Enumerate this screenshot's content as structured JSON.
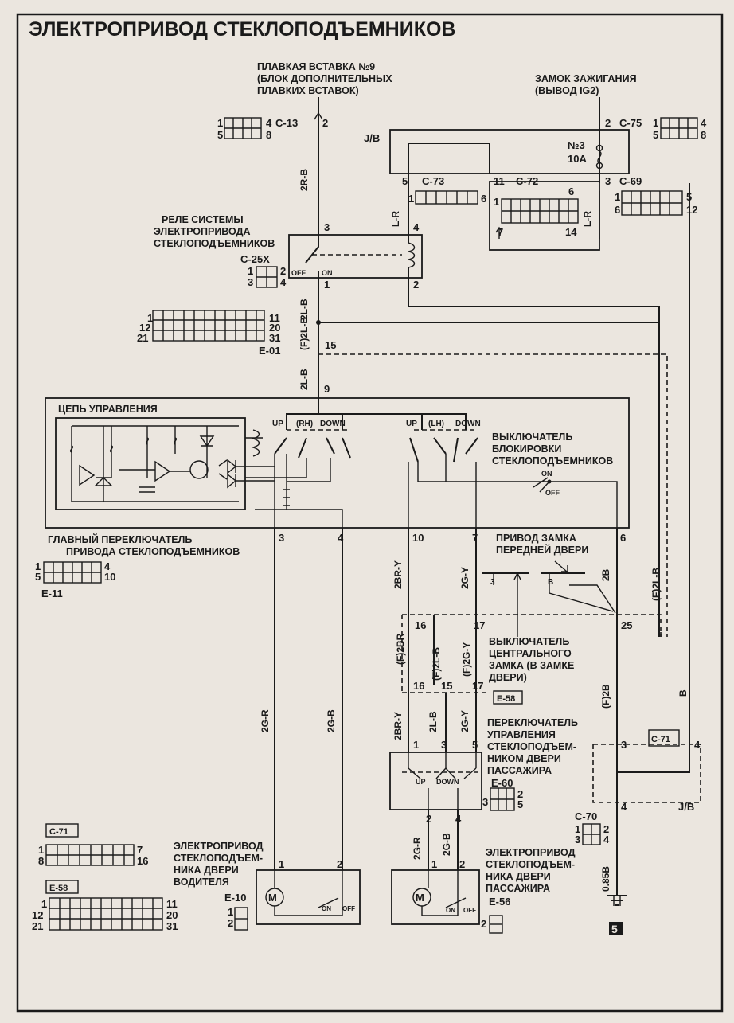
{
  "title": "ЭЛЕКТРОПРИВОД СТЕКЛОПОДЪЕМНИКОВ",
  "page_marker": "5",
  "fuse_insert": [
    "ПЛАВКАЯ ВСТАВКА №9",
    "(БЛОК ДОПОЛНИТЕЛЬНЫХ",
    "ПЛАВКИХ ВСТАВОК)"
  ],
  "ignition": [
    "ЗАМОК ЗАЖИГАНИЯ",
    "(ВЫВОД IG2)"
  ],
  "relay_label": [
    "РЕЛЕ СИСТЕМЫ",
    "ЭЛЕКТРОПРИВОДА",
    "СТЕКЛОПОДЪЕМНИКОВ"
  ],
  "control_circuit": "ЦЕПЬ УПРАВЛЕНИЯ",
  "main_switch": [
    "ГЛАВНЫЙ ПЕРЕКЛЮЧАТЕЛЬ",
    "ПРИВОДА СТЕКЛОПОДЪЕМНИКОВ"
  ],
  "lock_switch": [
    "ВЫКЛЮЧАТЕЛЬ",
    "БЛОКИРОВКИ",
    "СТЕКЛОПОДЪЕМНИКОВ"
  ],
  "door_lock_drive": [
    "ПРИВОД ЗАМКА",
    "ПЕРЕДНЕЙ ДВЕРИ"
  ],
  "central_lock_switch": [
    "ВЫКЛЮЧАТЕЛЬ",
    "ЦЕНТРАЛЬНОГО",
    "ЗАМКА (В ЗАМКЕ",
    "ДВЕРИ)"
  ],
  "passenger_switch": [
    "ПЕРЕКЛЮЧАТЕЛЬ",
    "УПРАВЛЕНИЯ",
    "СТЕКЛОПОДЪЕМ-",
    "НИКОМ ДВЕРИ",
    "ПАССАЖИРА"
  ],
  "driver_motor": [
    "ЭЛЕКТРОПРИВОД",
    "СТЕКЛОПОДЪЕМ-",
    "НИКА ДВЕРИ",
    "ВОДИТЕЛЯ"
  ],
  "passenger_motor": [
    "ЭЛЕКТРОПРИВОД",
    "СТЕКЛОПОДЪЕМ-",
    "НИКА ДВЕРИ",
    "ПАССАЖИРА"
  ],
  "connectors": {
    "c13": "C-13",
    "c75": "C-75",
    "c73": "C-73",
    "c72": "C-72",
    "c69": "C-69",
    "c25x": "C-25X",
    "e01": "E-01",
    "e11": "E-11",
    "e58": "E-58",
    "e60": "E-60",
    "c71": "C-71",
    "c70": "C-70",
    "e10": "E-10",
    "e56": "E-56",
    "jb": "J/B"
  },
  "fuse": [
    "№3",
    "10A"
  ],
  "switch_labels": {
    "up": "UP",
    "down": "DOWN",
    "rh": "(RH)",
    "lh": "(LH)",
    "on": "ON",
    "off": "OFF"
  },
  "wire_colors": {
    "w2rb": "2R-B",
    "wlr": "L-R",
    "w2lb": "2L-B",
    "wf2lb": "(F)2L-B",
    "w2gr": "2G-R",
    "w2gb": "2G-B",
    "w2bry": "2BR-Y",
    "w2gy": "2G-Y",
    "wf2br": "(F)2BR",
    "wf2lb2": "(F)2L-B",
    "wf2gy": "(F)2G-Y",
    "w2b": "2B",
    "wf2b": "(F)2B",
    "wb": "B",
    "w085b": "0.85B",
    "w2lb3": "2L-B",
    "w2gy2": "2G-Y",
    "w2gr2": "2G-R",
    "w2gb2": "2G-B"
  },
  "pins": [
    "2",
    "3",
    "4",
    "5",
    "1",
    "11",
    "6",
    "7",
    "14",
    "9",
    "15",
    "10",
    "16",
    "17",
    "25",
    "12",
    "8",
    "20",
    "21",
    "31"
  ]
}
